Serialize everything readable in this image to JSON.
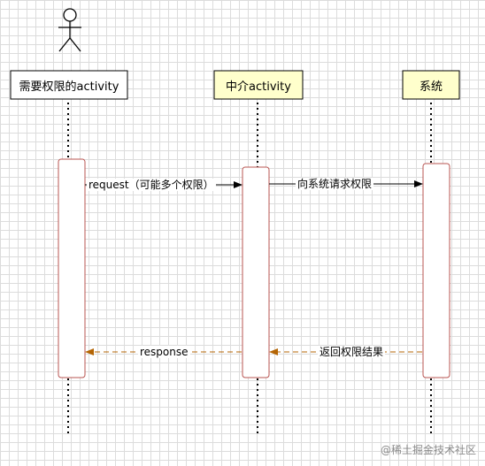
{
  "actor": {
    "icon": "stick-figure-icon"
  },
  "participants": [
    {
      "label": "需要权限的activity",
      "fill": "#ffffff"
    },
    {
      "label": "中介activity",
      "fill": "#ffffcc"
    },
    {
      "label": "系统",
      "fill": "#ffffcc"
    }
  ],
  "messages": [
    {
      "label": "request（可能多个权限）",
      "style": "solid"
    },
    {
      "label": "向系统请求权限",
      "style": "solid"
    },
    {
      "label": "response",
      "style": "dashed"
    },
    {
      "label": "返回权限结果",
      "style": "dashed"
    }
  ],
  "colors": {
    "activation_border": "#b85450",
    "return_arrow": "#b46504",
    "grid": "#dcdcdc"
  },
  "watermark": "@稀土掘金技术社区"
}
